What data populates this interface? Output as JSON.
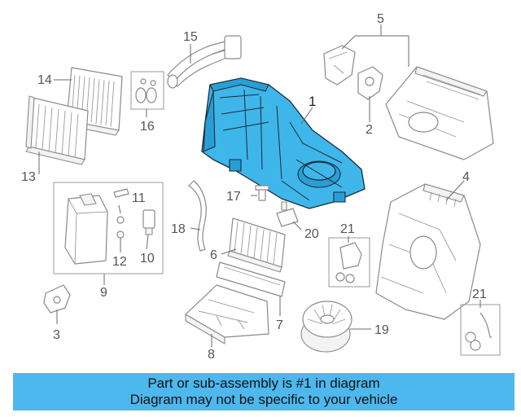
{
  "callouts": {
    "c1": "1",
    "c2": "2",
    "c3": "3",
    "c4": "4",
    "c5": "5",
    "c6": "6",
    "c7": "7",
    "c8": "8",
    "c9": "9",
    "c10": "10",
    "c11": "11",
    "c12": "12",
    "c13": "13",
    "c14": "14",
    "c15": "15",
    "c16": "16",
    "c17": "17",
    "c18": "18",
    "c19": "19",
    "c20": "20",
    "c21a": "21",
    "c21b": "21"
  },
  "banner": {
    "line1": "Part or sub-assembly is #1 in diagram",
    "line2": "Diagram may not be specific to your vehicle"
  },
  "colors": {
    "highlight": "#3fb6ea",
    "banner": "#4db8ee"
  }
}
